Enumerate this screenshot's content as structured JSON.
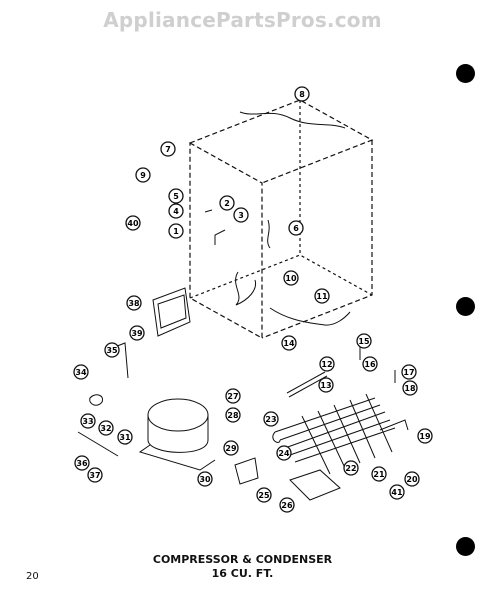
{
  "watermark": "AppliancePartsPros.com",
  "caption": {
    "line1": "COMPRESSOR & CONDENSER",
    "line2": "16 CU. FT."
  },
  "page_number": "20",
  "callouts": [
    "1",
    "2",
    "3",
    "4",
    "5",
    "6",
    "7",
    "8",
    "9",
    "10",
    "11",
    "12",
    "13",
    "14",
    "15",
    "16",
    "17",
    "18",
    "19",
    "20",
    "21",
    "22",
    "23",
    "24",
    "25",
    "26",
    "27",
    "28",
    "29",
    "30",
    "31",
    "32",
    "33",
    "34",
    "35",
    "36",
    "37",
    "38",
    "39",
    "40",
    "41"
  ]
}
